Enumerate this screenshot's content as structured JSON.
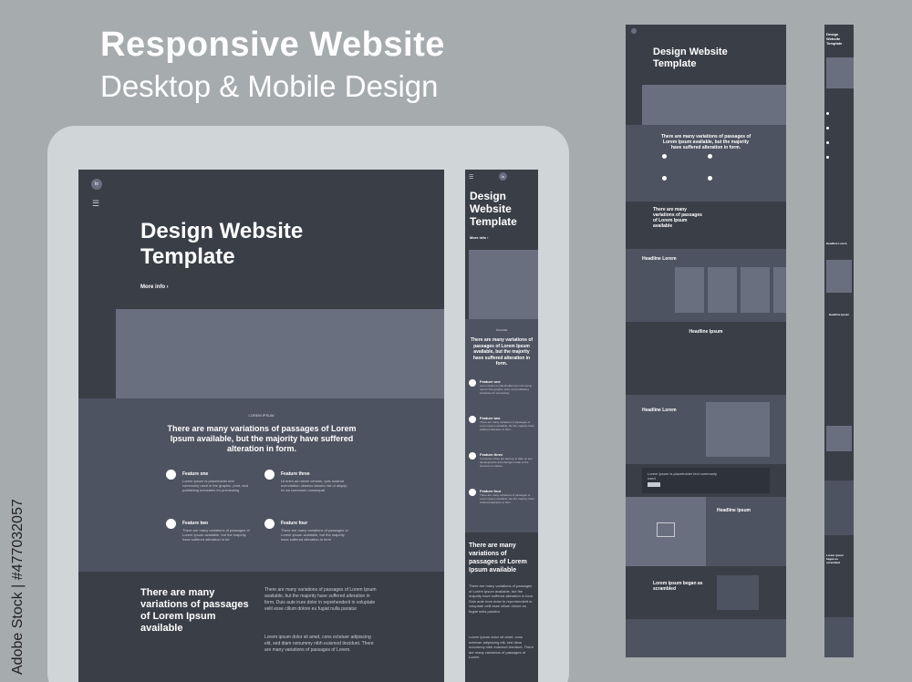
{
  "banner": {
    "title": "Responsive Website",
    "subtitle": "Desktop & Mobile Design",
    "stock_id": "Adobe Stock | #477032057",
    "watermark": "Adobe Stock"
  },
  "brand": {
    "logo": "lo"
  },
  "hero": {
    "title_line1": "Design Website",
    "title_line2": "Template",
    "more": "More info ›",
    "more_m": "More info ›"
  },
  "intro": {
    "eyebrow": "LOREM IPSUM",
    "eyebrow_m": "TAGLINE",
    "headline": "There are many variations of passages of Lorem Ipsum available, but the majority have suffered alteration in form.",
    "headline_m": "There are many variations of passages of Lorem Ipsum available, but the majority have suffered alteration in form."
  },
  "features": [
    {
      "title": "Feature one",
      "text": "Lorem Ipsum is placeholder text commonly used in the graphic, print, and publishing industries for previewing"
    },
    {
      "title": "Feature three",
      "text": "Ut enim ad minim veniam, quis nostrud exercitation ullamco laboris nisi ut aliquip ex ea commodo consequat"
    },
    {
      "title": "Feature two",
      "text": "There are many variations of passages of Lorem Ipsum available, but the majority have suffered alteration in for"
    },
    {
      "title": "Feature four",
      "text": "There are many variations of passages of Lorem Ipsum available, but the majority have suffered alteration in form"
    }
  ],
  "features_m": [
    {
      "title": "Feature one",
      "text": "Lorem Ipsum is placeholder text commonly used in the graphic, print, and publishing industries for previewing"
    },
    {
      "title": "Feature two",
      "text": "There are many variations of passages of Lorem Ipsum available, but the majority have suffered alteration in form."
    },
    {
      "title": "Feature three",
      "text": "It ensures s they are kept up to date on any developments and changes made to the structure of values."
    },
    {
      "title": "Feature four",
      "text": "There are many variations of passages of Lorem Ipsum available, but the majority have suffered alteration in form"
    }
  ],
  "variations": {
    "heading": "There are many variations of passages of Lorem Ipsum available",
    "p1": "There are many variations of passages of Lorem Ipsum available, but the majority have suffered alteration in form. Duis aute irure dolor in reprehenderit in voluptate velit esse cillum dolore eu fugiat nulla pariatur",
    "p2": "Lorem ipsum dolor sit amet, cons ectetuer adipiscing elit, sed diam nonummy nibh euismod tincidunt. There are many variations of passages of Lorem.",
    "heading_m": "There are many variations of passages of Lorem Ipsum available",
    "p1_m": "There are many variations of passages of Lorem Ipsum available, but the majority have suffered alteration in form. Duis aute irure dolor in reprehenderit in voluptate velit esse cillum dolore eu fugiat nulla pariatur",
    "p2_m": "Lorem ipsum dolor sit amet, cons ectetuer adipiscing elit, sed diam nonummy nibh euismod tincidunt. There are many variations of passages of Lorem."
  },
  "desktop_full": {
    "headline_lorem": "Headline Lorem",
    "headline_ipsum": "Headline Ipsum",
    "scrambled": "Lorem ipsum began as scrambled",
    "placeholder": "Lorem Ipsum is placeholder text commonly used"
  },
  "mobile_full": {
    "title": "Design Website Template",
    "headline_lorem": "Headline Lorem",
    "headline_ipsum": "Headline Ipsum",
    "scrambled": "Lorem ipsum began as scrambled"
  }
}
